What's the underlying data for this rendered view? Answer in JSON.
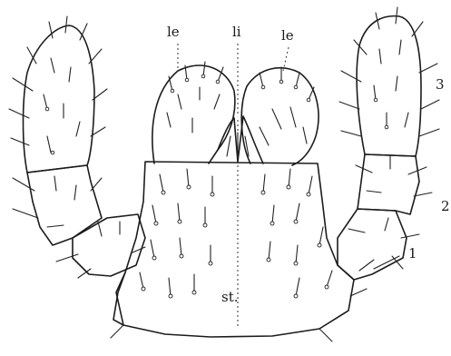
{
  "labels": {
    "le_left": "le",
    "li": "li",
    "le_right": "le",
    "st": "st.",
    "segment_1": "1",
    "segment_2": "2",
    "segment_3": "3"
  }
}
